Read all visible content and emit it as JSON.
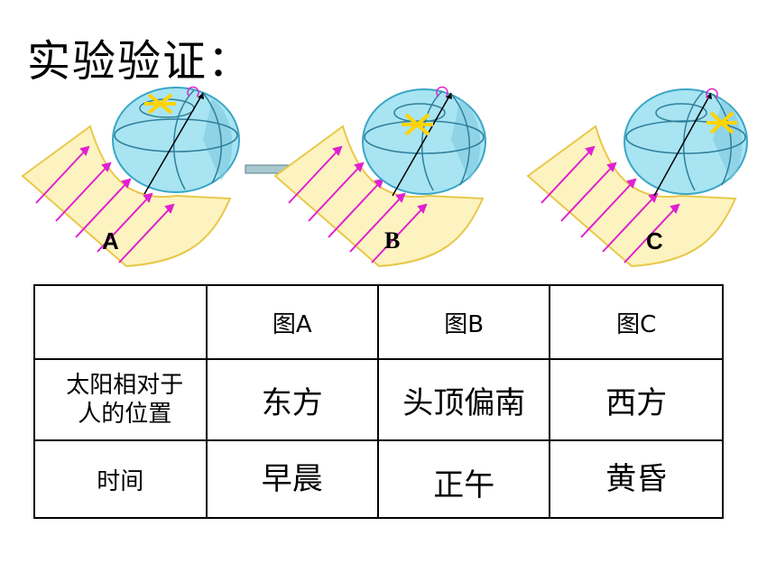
{
  "title": "实验验证：",
  "figures": [
    {
      "label": "A"
    },
    {
      "label": "B"
    },
    {
      "label": "C"
    }
  ],
  "table": {
    "headers": [
      "",
      "图A",
      "图B",
      "图C"
    ],
    "rows": [
      {
        "label_line1": "太阳相对于",
        "label_line2": "人的位置",
        "cells": [
          "东方",
          "头顶偏南",
          "西方"
        ]
      },
      {
        "label": "时间",
        "cells": [
          "早晨",
          "正午",
          "黄昏"
        ]
      }
    ]
  },
  "colors": {
    "globe": "#a8e4f2",
    "globe_edge": "#3aa6c6",
    "panel": "#fdf3c0",
    "panel_edge": "#e8c84a",
    "rays": "#e020d0",
    "sun_marker": "#ffd400",
    "arrow": "#a8c8cf"
  }
}
